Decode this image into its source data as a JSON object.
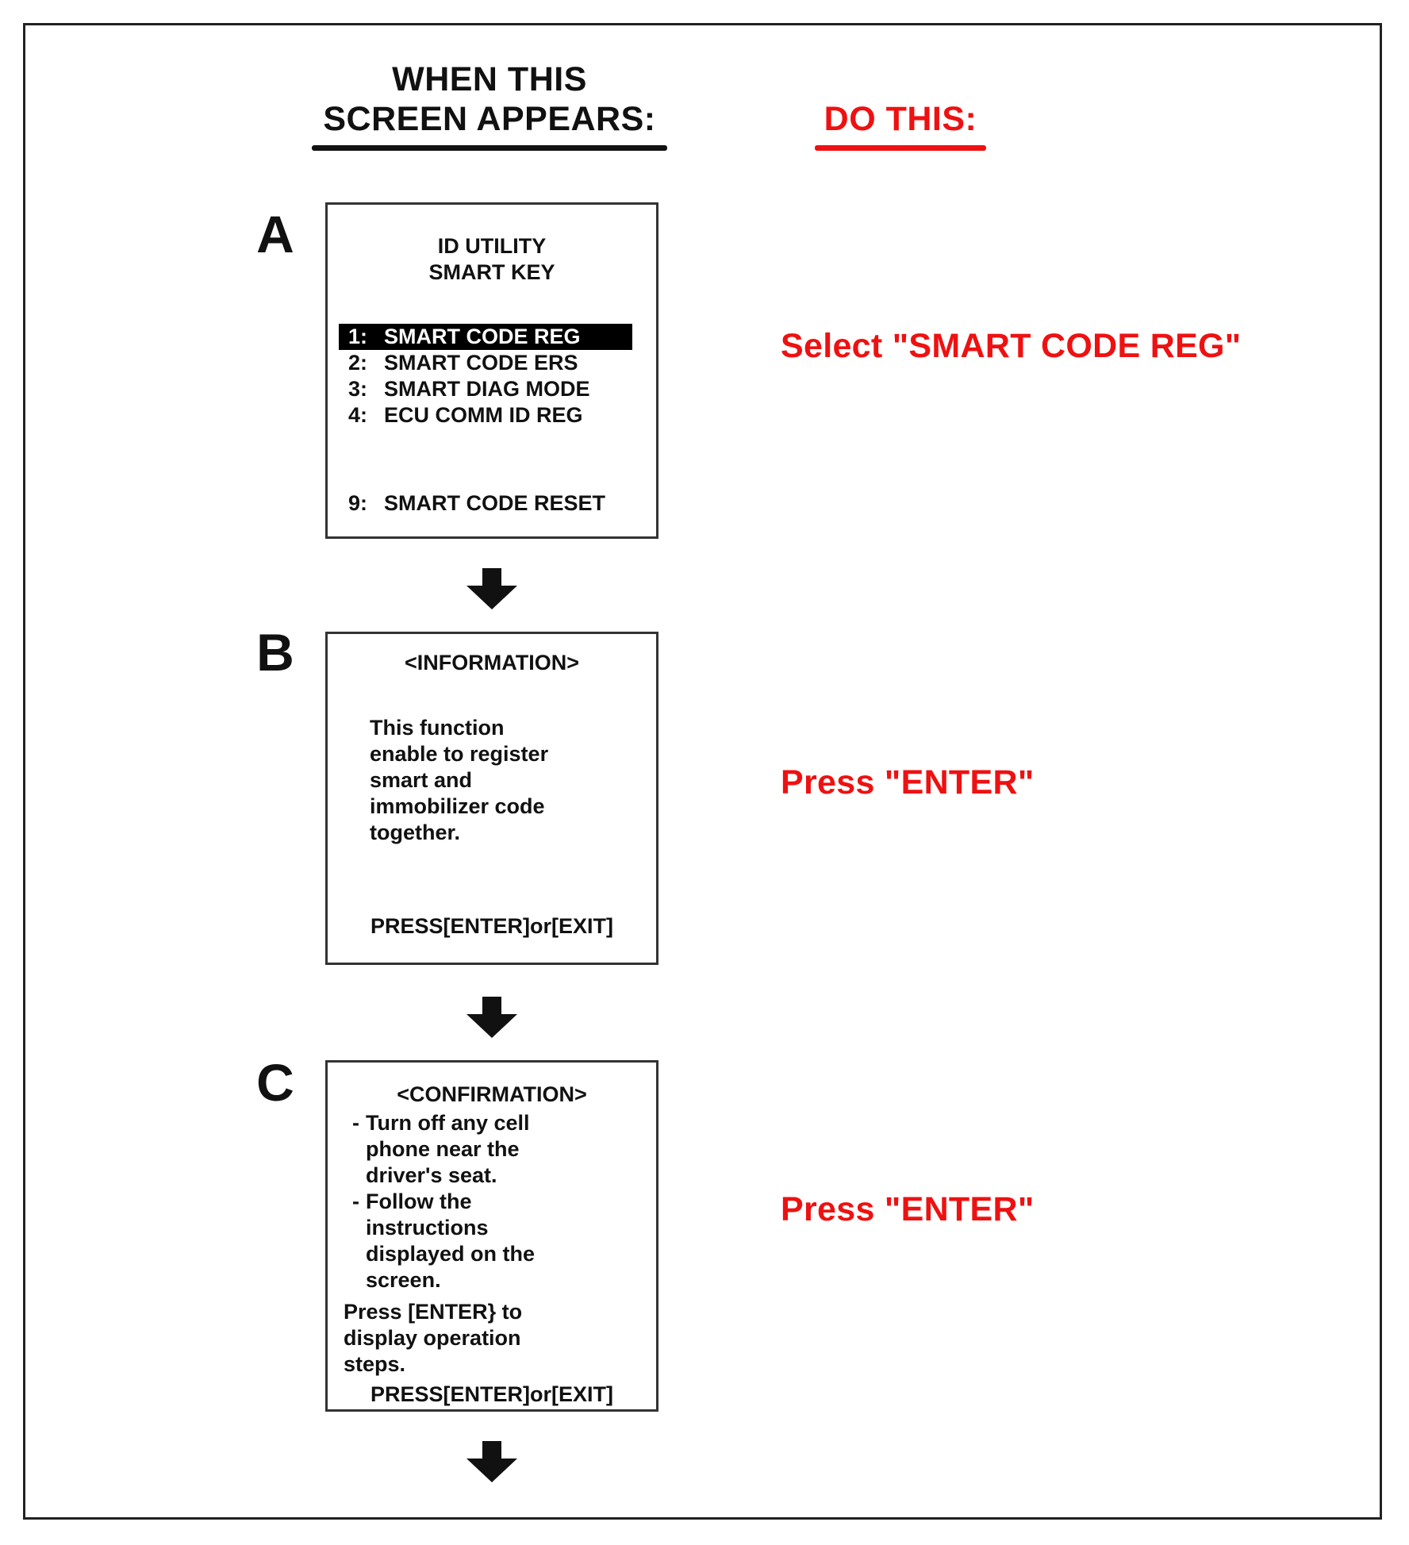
{
  "header": {
    "left_line1": "WHEN THIS",
    "left_line2": "SCREEN APPEARS:",
    "right": "DO THIS:"
  },
  "colors": {
    "accent_red": "#ee1111",
    "text": "#111111"
  },
  "steps": [
    {
      "letter": "A",
      "screen": {
        "title_line1": "ID UTILITY",
        "title_line2": "SMART KEY",
        "menu": [
          {
            "num": "1:",
            "label": "SMART CODE REG",
            "selected": true
          },
          {
            "num": "2:",
            "label": "SMART CODE ERS"
          },
          {
            "num": "3:",
            "label": "SMART DIAG MODE"
          },
          {
            "num": "4:",
            "label": "ECU COMM ID REG"
          }
        ],
        "last_item": {
          "num": "9:",
          "label": "SMART CODE RESET"
        }
      },
      "action": "Select \"SMART CODE REG\""
    },
    {
      "letter": "B",
      "screen": {
        "title": "<INFORMATION>",
        "body": [
          "This function",
          "enable to register",
          "smart and",
          "immobilizer  code",
          "together."
        ],
        "footer": "PRESS[ENTER]or[EXIT]"
      },
      "action": "Press \"ENTER\""
    },
    {
      "letter": "C",
      "screen": {
        "title": "<CONFIRMATION>",
        "bullets": [
          [
            "Turn off any cell",
            "phone near the",
            "driver's seat."
          ],
          [
            "Follow the",
            "instructions",
            "displayed on the",
            "screen."
          ]
        ],
        "dash": "-",
        "press_text": [
          "Press [ENTER} to",
          "display operation",
          "steps."
        ],
        "footer": "PRESS[ENTER]or[EXIT]"
      },
      "action": "Press \"ENTER\""
    }
  ],
  "icons": {
    "flow_arrow": "arrow-down-icon"
  }
}
